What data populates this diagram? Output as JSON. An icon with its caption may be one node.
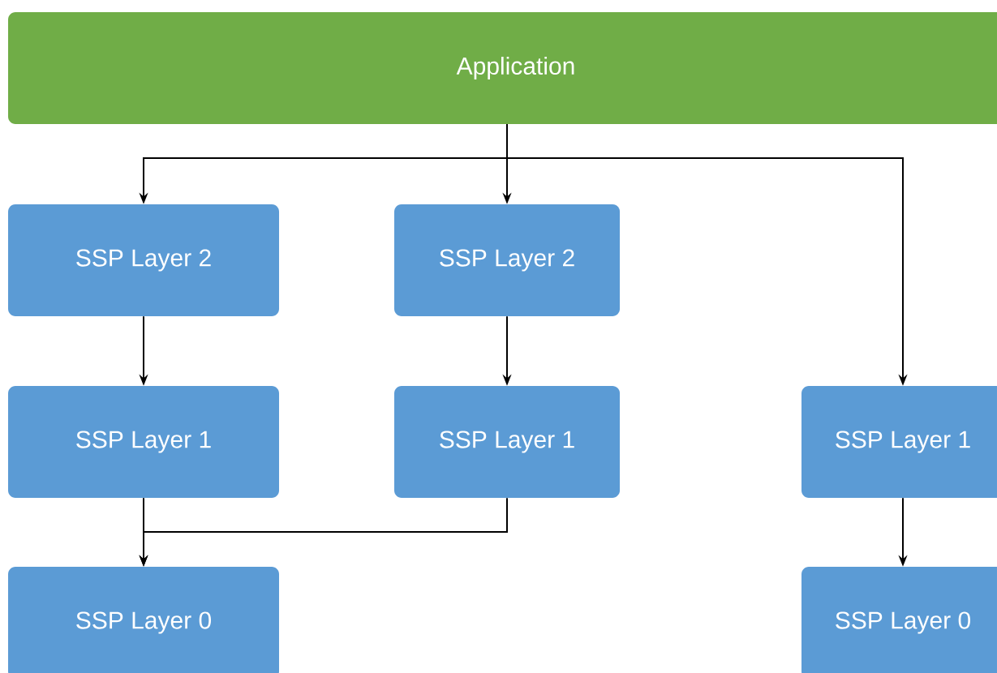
{
  "diagram": {
    "nodes": [
      {
        "text": [
          "Application"
        ]
      },
      {
        "text": [
          "SSP Layer 2"
        ]
      },
      {
        "text": [
          "SSP Layer 2"
        ]
      },
      {
        "text": [
          "SSP Layer 1"
        ]
      },
      {
        "text": [
          "SSP Layer 1"
        ]
      },
      {
        "text": [
          "SSP Layer 1"
        ]
      },
      {
        "text": [
          "SSP Layer 0"
        ]
      },
      {
        "text": [
          "SSP Layer 0"
        ]
      }
    ],
    "edges": [
      {
        "from": 0,
        "to": 1,
        "arrow": "to"
      },
      {
        "from": 0,
        "to": 2,
        "arrow": "to"
      },
      {
        "from": 0,
        "to": 5,
        "arrow": "to"
      },
      {
        "from": 1,
        "to": 3,
        "arrow": "to"
      },
      {
        "from": 2,
        "to": 4,
        "arrow": "to"
      },
      {
        "from": 3,
        "to": 6,
        "arrow": "to"
      },
      {
        "from": 4,
        "to": 6,
        "arrow": "to"
      },
      {
        "from": 5,
        "to": 7,
        "arrow": "to"
      }
    ]
  }
}
